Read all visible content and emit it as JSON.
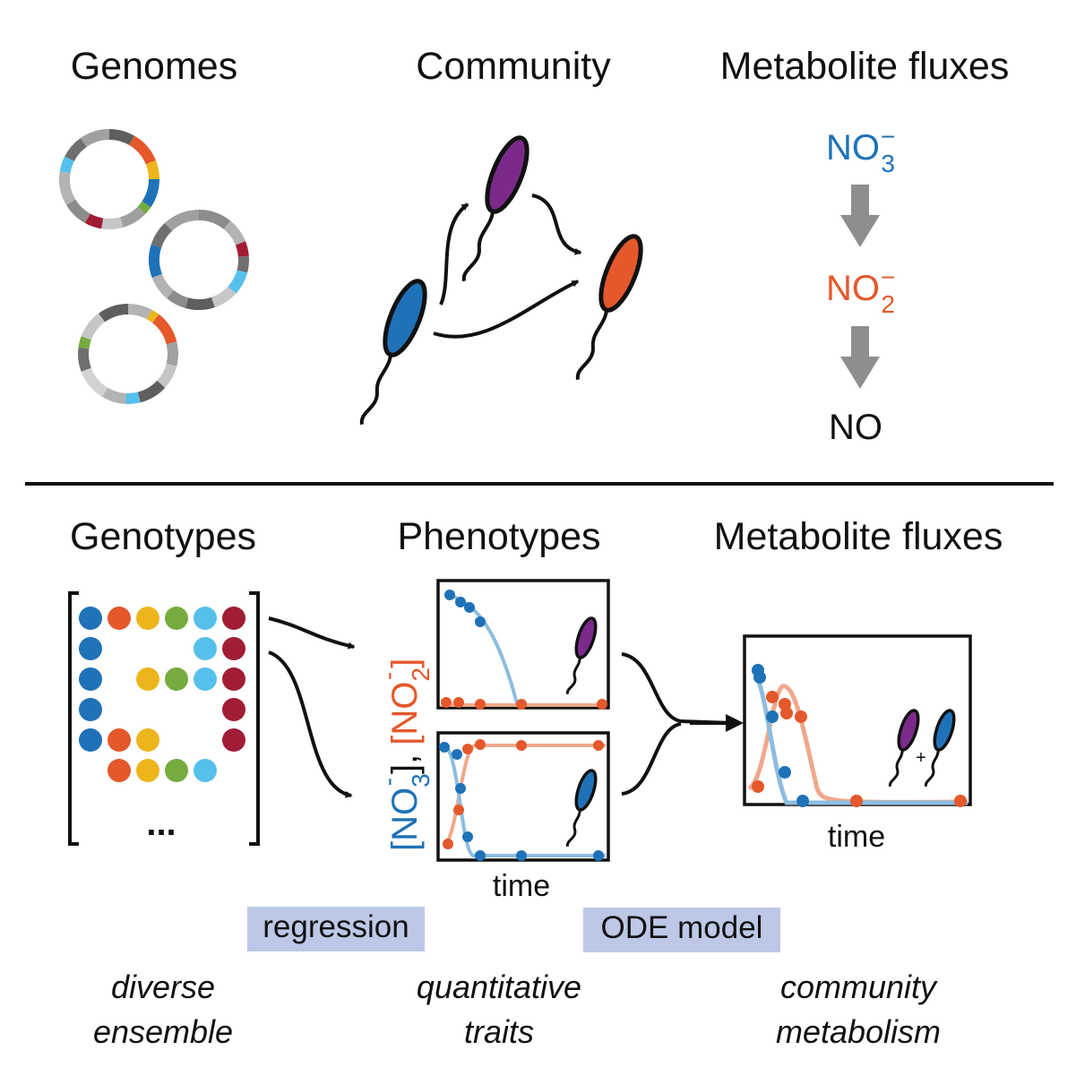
{
  "colors": {
    "blue": "#1f72b7",
    "light_blue": "#55c0eb",
    "orange": "#e4582b",
    "yellow": "#ecb51c",
    "green": "#76ab3f",
    "crimson": "#a01d35",
    "purple": "#7b2a8c",
    "highlight": "#bcc8e6",
    "light_orange": "#efa88c",
    "pale_blue": "#8cbde0"
  },
  "top": {
    "genomes_title": "Genomes",
    "community_title": "Community",
    "fluxes_title": "Metabolite fluxes",
    "chain": [
      {
        "base": "NO",
        "sub": "3",
        "sup": "−",
        "color": "blue"
      },
      {
        "base": "NO",
        "sub": "2",
        "sup": "−",
        "color": "orange"
      },
      {
        "base": "NO",
        "sub": "",
        "sup": "",
        "color": "black"
      }
    ]
  },
  "bottom": {
    "genotypes_title": "Genotypes",
    "phenotypes_title": "Phenotypes",
    "fluxes_title": "Metabolite fluxes",
    "matrix_ellipsis": "...",
    "ylabel": {
      "nitrate": "[NO",
      "nitrate_sub": "3",
      "nitrate_sup": "-",
      "separator": "],",
      "nitrite": "[NO",
      "nitrite_sub": "2",
      "nitrite_sup": "-",
      "close": "]"
    },
    "time_label_left": "time",
    "time_label_right": "time",
    "plus_sign": "+",
    "regression_label": "regression",
    "ode_label": "ODE model",
    "captions": {
      "left_line1": "diverse",
      "left_line2": "ensemble",
      "middle_line1": "quantitative",
      "middle_line2": "traits",
      "right_line1": "community",
      "right_line2": "metabolism"
    }
  },
  "genotype_matrix": [
    [
      "blue",
      "orange",
      "yellow",
      "green",
      "light_blue",
      "crimson"
    ],
    [
      "blue",
      null,
      null,
      null,
      "light_blue",
      "crimson"
    ],
    [
      "blue",
      null,
      "yellow",
      "green",
      "light_blue",
      "crimson"
    ],
    [
      "blue",
      null,
      null,
      null,
      null,
      "crimson"
    ],
    [
      "blue",
      "orange",
      "yellow",
      null,
      null,
      "crimson"
    ],
    [
      null,
      "orange",
      "yellow",
      "green",
      "light_blue",
      null
    ]
  ]
}
